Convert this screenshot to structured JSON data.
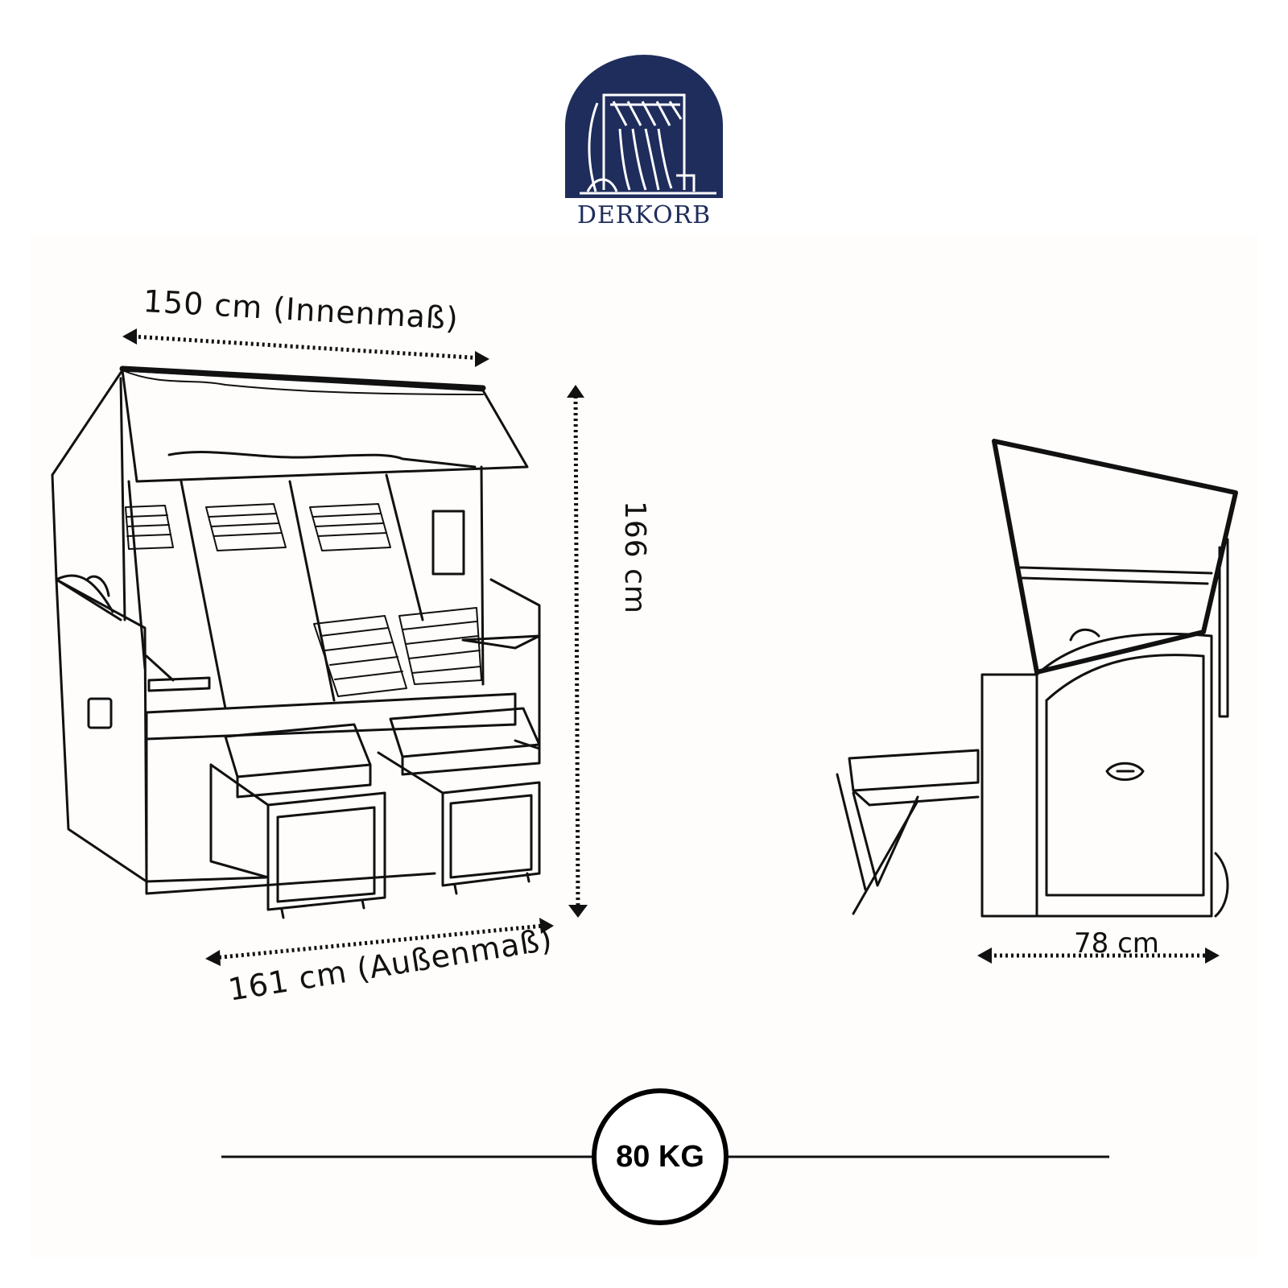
{
  "brand": {
    "name": "DERKORB",
    "color": "#1f2d5c"
  },
  "dimensions": {
    "inner_width": "150 cm (Innenmaß)",
    "outer_width": "161 cm (Außenmaß)",
    "height": "166 cm",
    "depth": "78 cm"
  },
  "weight": {
    "label": "80 KG"
  }
}
